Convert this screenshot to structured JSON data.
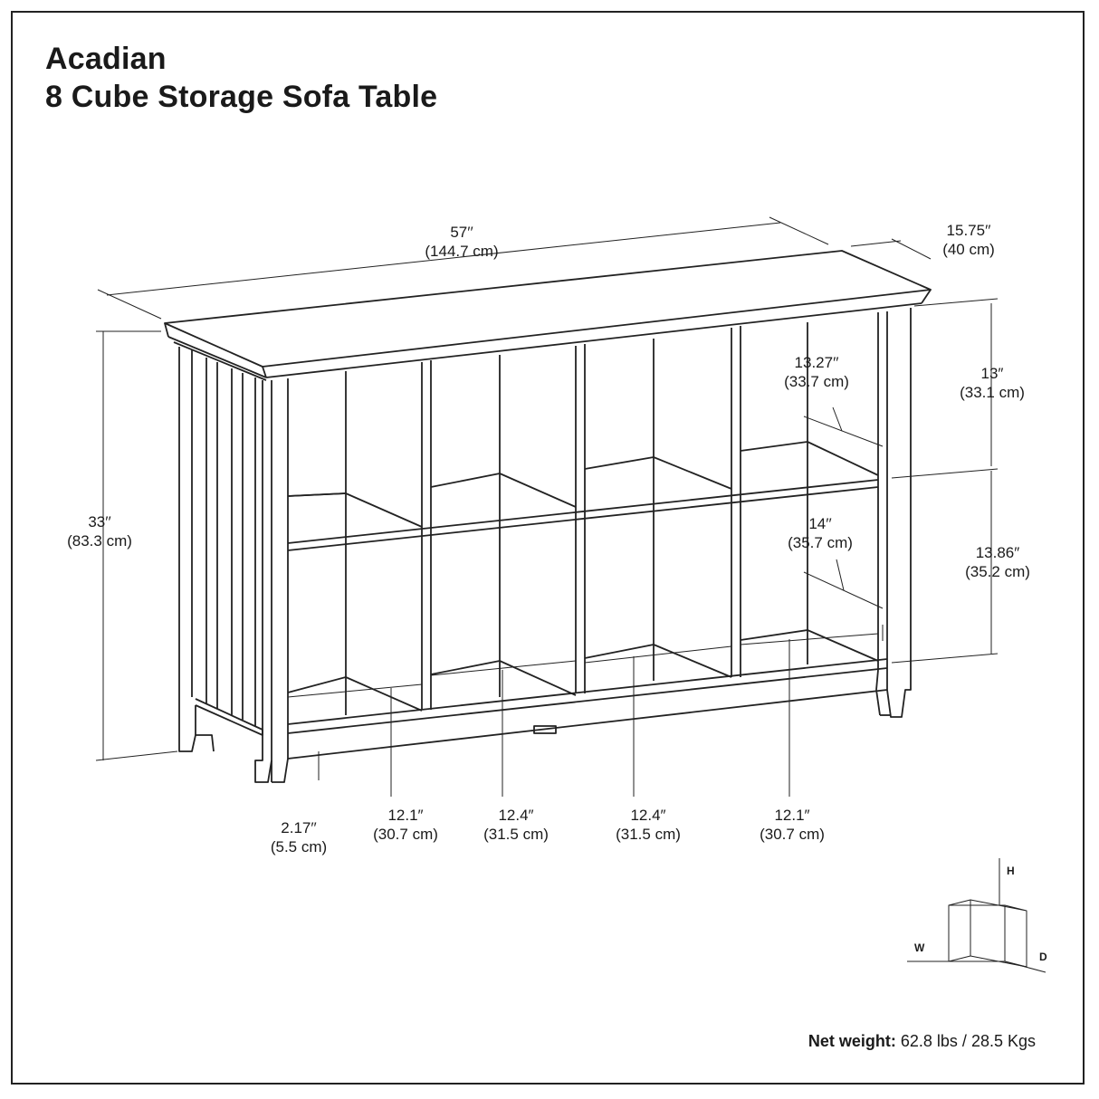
{
  "title": {
    "line1": "Acadian",
    "line2": "8 Cube Storage Sofa Table"
  },
  "dimensions": {
    "width": {
      "imperial": "57′′",
      "metric": "(144.7 cm)"
    },
    "depth": {
      "imperial": "15.75′′",
      "metric": "(40 cm)"
    },
    "height": {
      "imperial": "33′′",
      "metric": "(83.3 cm)"
    },
    "upper_shelf": {
      "imperial": "13″",
      "metric": "(33.1 cm)"
    },
    "lower_shelf": {
      "imperial": "13.86″",
      "metric": "(35.2 cm)"
    },
    "upper_depth": {
      "imperial": "13.27′′",
      "metric": "(33.7 cm)"
    },
    "lower_depth": {
      "imperial": "14′′",
      "metric": "(35.7 cm)"
    },
    "clearance": {
      "imperial": "2.17′′",
      "metric": "(5.5 cm)"
    },
    "cube1": {
      "imperial": "12.1″",
      "metric": "(30.7 cm)"
    },
    "cube2": {
      "imperial": "12.4″",
      "metric": "(31.5 cm)"
    },
    "cube3": {
      "imperial": "12.4″",
      "metric": "(31.5 cm)"
    },
    "cube4": {
      "imperial": "12.1″",
      "metric": "(30.7 cm)"
    }
  },
  "axis_icon": {
    "h": "H",
    "w": "W",
    "d": "D"
  },
  "net_weight": {
    "label": "Net weight:",
    "value": "62.8 lbs / 28.5 Kgs"
  },
  "colors": {
    "line": "#222222",
    "background": "#ffffff"
  }
}
